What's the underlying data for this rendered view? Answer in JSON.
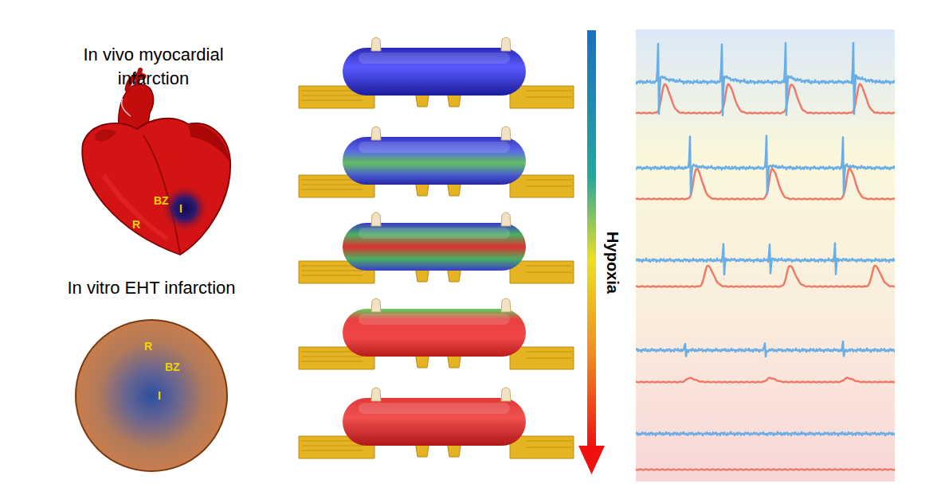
{
  "diagram": {
    "nodes": [
      {
        "text": [
          "In vivo myocardial infarction",
          "BZ",
          "I",
          "R"
        ]
      },
      {
        "text": [
          "In vitro EHT infarction",
          "R",
          "BZ",
          "I"
        ]
      }
    ],
    "labels": [
      "Hypoxia"
    ]
  }
}
